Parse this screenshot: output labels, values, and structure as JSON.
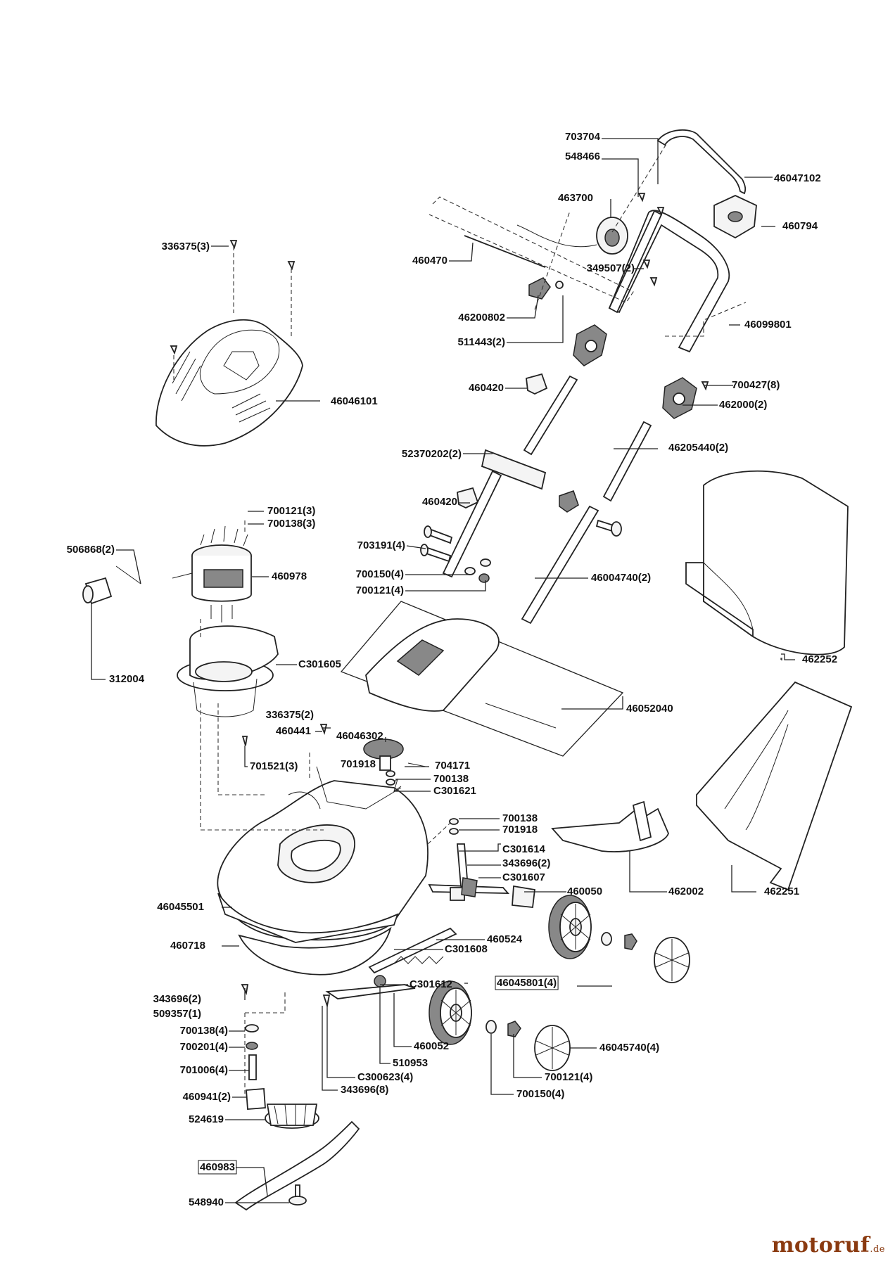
{
  "brand": {
    "name": "motoruf",
    "tld": ".de"
  },
  "parts": [
    {
      "label": "703704",
      "boxed": false
    },
    {
      "label": "548466",
      "boxed": false
    },
    {
      "label": "46047102",
      "boxed": false
    },
    {
      "label": "463700",
      "boxed": false
    },
    {
      "label": "460794",
      "boxed": false
    },
    {
      "label": "336375(3)",
      "boxed": false
    },
    {
      "label": "460470",
      "boxed": false
    },
    {
      "label": "349507(2)",
      "boxed": false
    },
    {
      "label": "46200802",
      "boxed": false
    },
    {
      "label": "46099801",
      "boxed": false
    },
    {
      "label": "511443(2)",
      "boxed": false
    },
    {
      "label": "460420",
      "boxed": false
    },
    {
      "label": "700427(8)",
      "boxed": false
    },
    {
      "label": "46046101",
      "boxed": false
    },
    {
      "label": "462000(2)",
      "boxed": false
    },
    {
      "label": "52370202(2)",
      "boxed": false
    },
    {
      "label": "46205440(2)",
      "boxed": false
    },
    {
      "label": "460420",
      "boxed": false
    },
    {
      "label": "700121(3)",
      "boxed": false
    },
    {
      "label": "700138(3)",
      "boxed": false
    },
    {
      "label": "506868(2)",
      "boxed": false
    },
    {
      "label": "703191(4)",
      "boxed": false
    },
    {
      "label": "460978",
      "boxed": false
    },
    {
      "label": "700150(4)",
      "boxed": false
    },
    {
      "label": "46004740(2)",
      "boxed": false
    },
    {
      "label": "700121(4)",
      "boxed": false
    },
    {
      "label": "462252",
      "boxed": false
    },
    {
      "label": "C301605",
      "boxed": false
    },
    {
      "label": "312004",
      "boxed": false
    },
    {
      "label": "46052040",
      "boxed": false
    },
    {
      "label": "336375(2)",
      "boxed": false
    },
    {
      "label": "460441",
      "boxed": false
    },
    {
      "label": "46046302",
      "boxed": false
    },
    {
      "label": "701918",
      "boxed": false
    },
    {
      "label": "704171",
      "boxed": false
    },
    {
      "label": "701521(3)",
      "boxed": false
    },
    {
      "label": "700138",
      "boxed": false
    },
    {
      "label": "C301621",
      "boxed": false
    },
    {
      "label": "700138",
      "boxed": false
    },
    {
      "label": "701918",
      "boxed": false
    },
    {
      "label": "C301614",
      "boxed": false
    },
    {
      "label": "343696(2)",
      "boxed": false
    },
    {
      "label": "C301607",
      "boxed": false
    },
    {
      "label": "460050",
      "boxed": false
    },
    {
      "label": "462002",
      "boxed": false
    },
    {
      "label": "462251",
      "boxed": false
    },
    {
      "label": "46045501",
      "boxed": false
    },
    {
      "label": "460524",
      "boxed": false
    },
    {
      "label": "460718",
      "boxed": false
    },
    {
      "label": "C301608",
      "boxed": false
    },
    {
      "label": "C301612",
      "boxed": false
    },
    {
      "label": "46045801(4)",
      "boxed": true
    },
    {
      "label": "343696(2)",
      "boxed": false
    },
    {
      "label": "509357(1)",
      "boxed": false
    },
    {
      "label": "460052",
      "boxed": false
    },
    {
      "label": "46045740(4)",
      "boxed": false
    },
    {
      "label": "700138(4)",
      "boxed": false
    },
    {
      "label": "700201(4)",
      "boxed": false
    },
    {
      "label": "510953",
      "boxed": false
    },
    {
      "label": "701006(4)",
      "boxed": false
    },
    {
      "label": "C300623(4)",
      "boxed": false
    },
    {
      "label": "700121(4)",
      "boxed": false
    },
    {
      "label": "460941(2)",
      "boxed": false
    },
    {
      "label": "343696(8)",
      "boxed": false
    },
    {
      "label": "700150(4)",
      "boxed": false
    },
    {
      "label": "524619",
      "boxed": false
    },
    {
      "label": "460983",
      "boxed": true
    },
    {
      "label": "548940",
      "boxed": false
    }
  ]
}
